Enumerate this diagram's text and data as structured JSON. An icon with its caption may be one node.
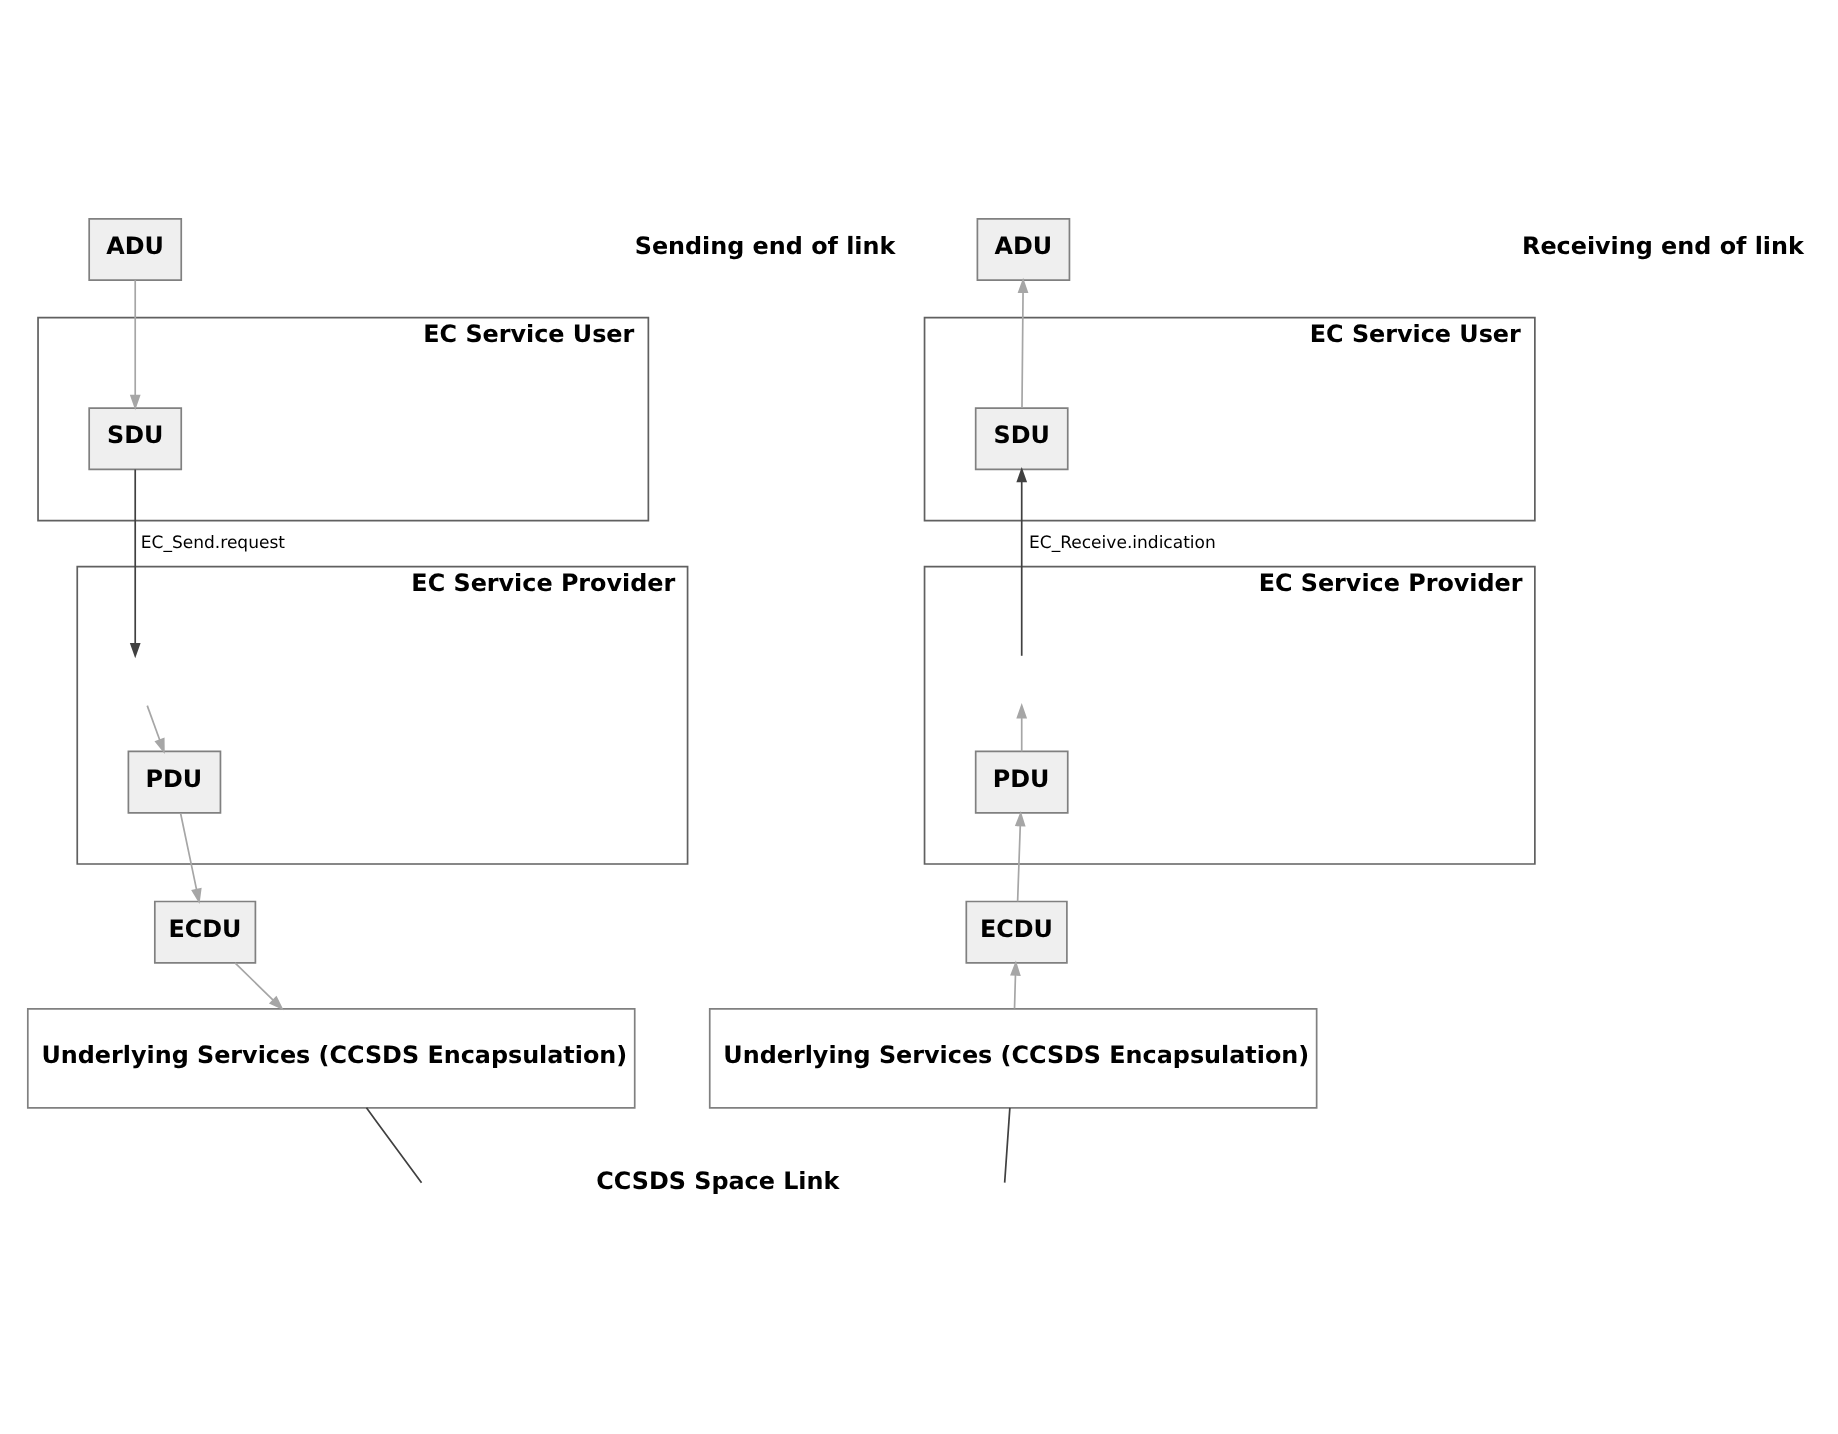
{
  "diagram": {
    "nodes": [
      {
        "text": [
          "ADU"
        ]
      },
      {
        "text": [
          "EC Service User"
        ]
      },
      {
        "text": [
          "SDU"
        ],
        "in": 1
      },
      {
        "text": [
          "EC Service Provider"
        ]
      },
      {
        "text": [
          "PDU"
        ],
        "in": 3
      },
      {
        "text": [
          "ECDU"
        ]
      },
      {
        "text": [
          "Underlying Services (CCSDS Encapsulation)"
        ]
      },
      {
        "text": [
          "ADU"
        ]
      },
      {
        "text": [
          "EC Service User"
        ]
      },
      {
        "text": [
          "SDU"
        ],
        "in": 8
      },
      {
        "text": [
          "EC Service Provider"
        ]
      },
      {
        "text": [
          "PDU"
        ],
        "in": 10
      },
      {
        "text": [
          "ECDU"
        ]
      },
      {
        "text": [
          "Underlying Services (CCSDS Encapsulation)"
        ]
      }
    ],
    "edges": [
      {
        "from": 0,
        "to": 2,
        "arrow": "to"
      },
      {
        "from": 2,
        "to": null,
        "arrow": "to",
        "label": "EC_Send.request",
        "color": "#404040"
      },
      {
        "from": null,
        "to": 4,
        "arrow": "to"
      },
      {
        "from": 4,
        "to": 5,
        "arrow": "to"
      },
      {
        "from": 5,
        "to": 6,
        "arrow": "to"
      },
      {
        "from": 6,
        "to": null,
        "arrow": "none",
        "color": "#404040"
      },
      {
        "from": 9,
        "to": 7,
        "arrow": "to"
      },
      {
        "from": null,
        "to": 9,
        "arrow": "to",
        "label": "EC_Receive.indication",
        "color": "#404040"
      },
      {
        "from": 11,
        "to": null,
        "arrow": "to"
      },
      {
        "from": 12,
        "to": 11,
        "arrow": "to"
      },
      {
        "from": 13,
        "to": 12,
        "arrow": "to"
      },
      {
        "from": 13,
        "to": null,
        "arrow": "none",
        "color": "#404040"
      }
    ],
    "labels": [
      "Sending end of link",
      "Receiving end of link",
      "CCSDS Space Link"
    ]
  }
}
